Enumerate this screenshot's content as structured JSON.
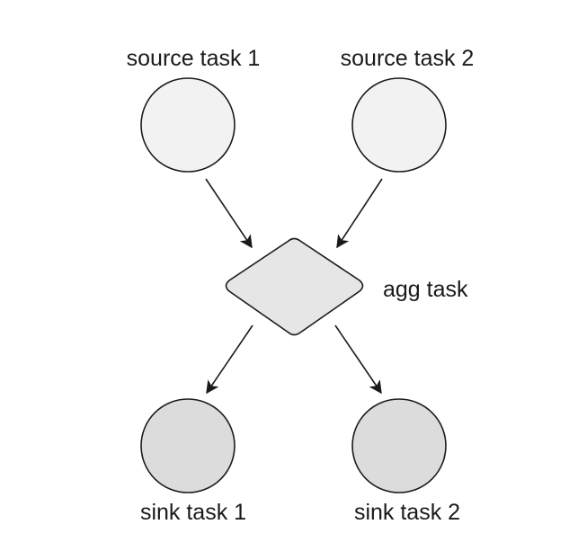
{
  "nodes": {
    "source_task_1": {
      "label": "source task 1",
      "fill": "#f2f2f2"
    },
    "source_task_2": {
      "label": "source task 2",
      "fill": "#f2f2f2"
    },
    "agg_task": {
      "label": "agg task",
      "fill": "#e6e6e6"
    },
    "sink_task_1": {
      "label": "sink task 1",
      "fill": "#dcdcdc"
    },
    "sink_task_2": {
      "label": "sink task 2",
      "fill": "#dcdcdc"
    }
  },
  "edges": [
    {
      "from": "source_task_1",
      "to": "agg_task"
    },
    {
      "from": "source_task_2",
      "to": "agg_task"
    },
    {
      "from": "agg_task",
      "to": "sink_task_1"
    },
    {
      "from": "agg_task",
      "to": "sink_task_2"
    }
  ],
  "colors": {
    "stroke": "#1a1a1a"
  }
}
